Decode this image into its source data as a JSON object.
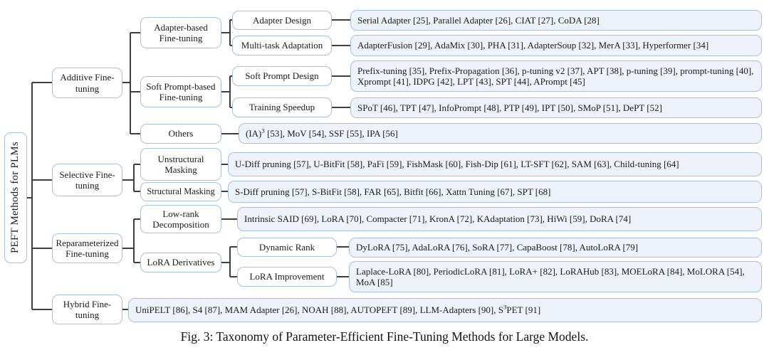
{
  "figure": {
    "caption": "Fig. 3: Taxonomy of Parameter-Efficient Fine-Tuning Methods for Large Models."
  },
  "colors": {
    "node_fill": "#ffffff",
    "leaf_fill": "#eef3fb",
    "box_border": "#a6c1e0",
    "connector_line": "#3e3e3e",
    "text": "#1b1b1b"
  },
  "tree": {
    "root": "PEFT Methods for PLMs",
    "level1": {
      "additive": "Additive Fine-tuning",
      "selective": "Selective Fine-tuning",
      "reparameterized": "Reparameterized Fine-tuning",
      "hybrid": "Hybrid Fine-tuning"
    },
    "level2": {
      "adapter_based": "Adapter-based Fine-tuning",
      "soft_prompt_based": "Soft Prompt-based Fine-tuning",
      "others": "Others",
      "unstructural_masking": "Unstructural Masking",
      "structural_masking": "Structural Masking",
      "low_rank_decomposition": "Low-rank Decomposition",
      "lora_derivatives": "LoRA Derivatives"
    },
    "level3": {
      "adapter_design": "Adapter Design",
      "multi_task_adaptation": "Multi-task Adaptation",
      "soft_prompt_design": "Soft Prompt Design",
      "training_speedup": "Training Speedup",
      "dynamic_rank": "Dynamic Rank",
      "lora_improvement": "LoRA Improvement"
    }
  },
  "leaves": {
    "adapter_design": "Serial Adapter [25], Parallel Adapter [26], CIAT [27], CoDA [28]",
    "multi_task_adaptation": "AdapterFusion [29], AdaMix [30], PHA [31], AdapterSoup [32], MerA [33], Hyperformer [34]",
    "soft_prompt_design": "Prefix-tuning [35], Prefix-Propagation [36], p-tuning v2 [37], APT [38], p-tuning [39], prompt-tuning [40], Xprompt [41], IDPG [42], LPT [43], SPT [44], APrompt [45]",
    "training_speedup": "SPoT [46], TPT [47], InfoPrompt [48], PTP [49], IPT [50], SMoP [51], DePT [52]",
    "others": {
      "pre": "(IA)",
      "sup": "3",
      "post": " [53], MoV [54], SSF [55], IPA [56]"
    },
    "unstructural_masking": "U-Diff pruning [57], U-BitFit [58], PaFi [59], FishMask [60], Fish-Dip [61], LT-SFT [62], SAM [63], Child-tuning [64]",
    "structural_masking": "S-Diff pruning [57], S-BitFit [58], FAR [65], Bitfit [66], Xattn Tuning [67], SPT [68]",
    "low_rank_decomposition": "Intrinsic SAID [69], LoRA [70], Compacter [71], KronA [72], KAdaptation [73], HiWi [59], DoRA [74]",
    "dynamic_rank": "DyLoRA [75], AdaLoRA [76], SoRA [77], CapaBoost [78], AutoLoRA [79]",
    "lora_improvement": "Laplace-LoRA [80], PeriodicLoRA [81], LoRA+ [82], LoRAHub [83], MOELoRA [84], MoLORA [54], MoA [85]",
    "hybrid": {
      "pre": "UniPELT [86], S4 [87], MAM Adapter [26], NOAH [88], AUTOPEFT [89], LLM-Adapters [90], S",
      "sup": "3",
      "post": "PET [91]"
    }
  }
}
